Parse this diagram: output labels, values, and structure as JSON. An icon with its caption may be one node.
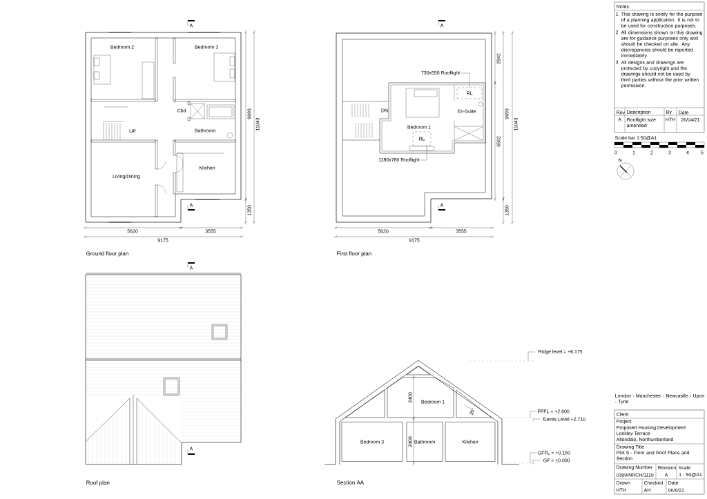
{
  "diagram": {
    "nodes": [
      {
        "text": [
          "Bedroom 2"
        ]
      },
      {
        "text": [
          "Bedroom 3"
        ]
      },
      {
        "text": [
          "Cbd"
        ]
      },
      {
        "text": [
          "Bathroom"
        ]
      },
      {
        "text": [
          "Kitchen"
        ]
      },
      {
        "text": [
          "Living/Dining"
        ]
      },
      {
        "text": [
          "Bedroom 1"
        ]
      },
      {
        "text": [
          "En-Suite"
        ]
      },
      {
        "text": [
          "RL"
        ]
      },
      {
        "text": [
          "RL"
        ]
      },
      {
        "text": [
          "730x550 Rooflight"
        ]
      },
      {
        "text": [
          "1180x780 Rooflight"
        ]
      },
      {
        "text": [
          "Bedroom 1"
        ]
      },
      {
        "text": [
          "Bedroom 3"
        ]
      },
      {
        "text": [
          "Bathroom"
        ]
      },
      {
        "text": [
          "Kitchen"
        ]
      }
    ],
    "edges": [
      {
        "from": 10,
        "to": 8,
        "arrow": "none"
      },
      {
        "from": 11,
        "to": 9,
        "arrow": "none"
      }
    ],
    "labels": [
      "A",
      "A",
      "9693",
      "11043",
      "1350",
      "5620",
      "3555",
      "9175",
      "Ground floor plan",
      "UP",
      "A",
      "A",
      "DN",
      "2942",
      "6562",
      "9693",
      "11043",
      "1350",
      "5620",
      "3555",
      "9175",
      "First floor plan",
      "A",
      "A",
      "Roof plan",
      "2400",
      "2400",
      "35°",
      "Ridge level = +6.175",
      "FFFL = +2.600",
      "Eaves Level +2.710",
      "GFFL = +0.150",
      "GF = ±0.000",
      "Section AA",
      "Notes:",
      "1",
      "This drawing is solely for the purpose of a planning application. It is not to be used for construction purposes.",
      "2",
      "All dimensions shown on this drawing are for guidance purposes only and should be checked on site. Any discrepancies should be reported immediately.",
      "3",
      "All designs and drawings are protected by copyright and the drawings should not be used by third parties without the prior written permission.",
      "Rev",
      "Description",
      "By",
      "Date",
      "A",
      "Rooflight size amended",
      "HTH",
      "26/04/21",
      "Scale bar 1:50@A1",
      "0",
      "1",
      "2",
      "3",
      "4",
      "5",
      "N",
      "London - Manchester - Newcastle - Upon - Tyne",
      "Client",
      "Project",
      "Proposed Housing Development",
      "Lonkley Terrace",
      "Allendale, Northumberland",
      "Drawing Title",
      "Plot 5 - Floor and Roof Plans and Section",
      "Drawing Number",
      "0300/NRCH/1110",
      "Revision",
      "A",
      "Scale",
      "1 : 50@A1",
      "Drawn",
      "HTH",
      "Checked",
      "AH",
      "Date",
      "06/6/21"
    ]
  }
}
